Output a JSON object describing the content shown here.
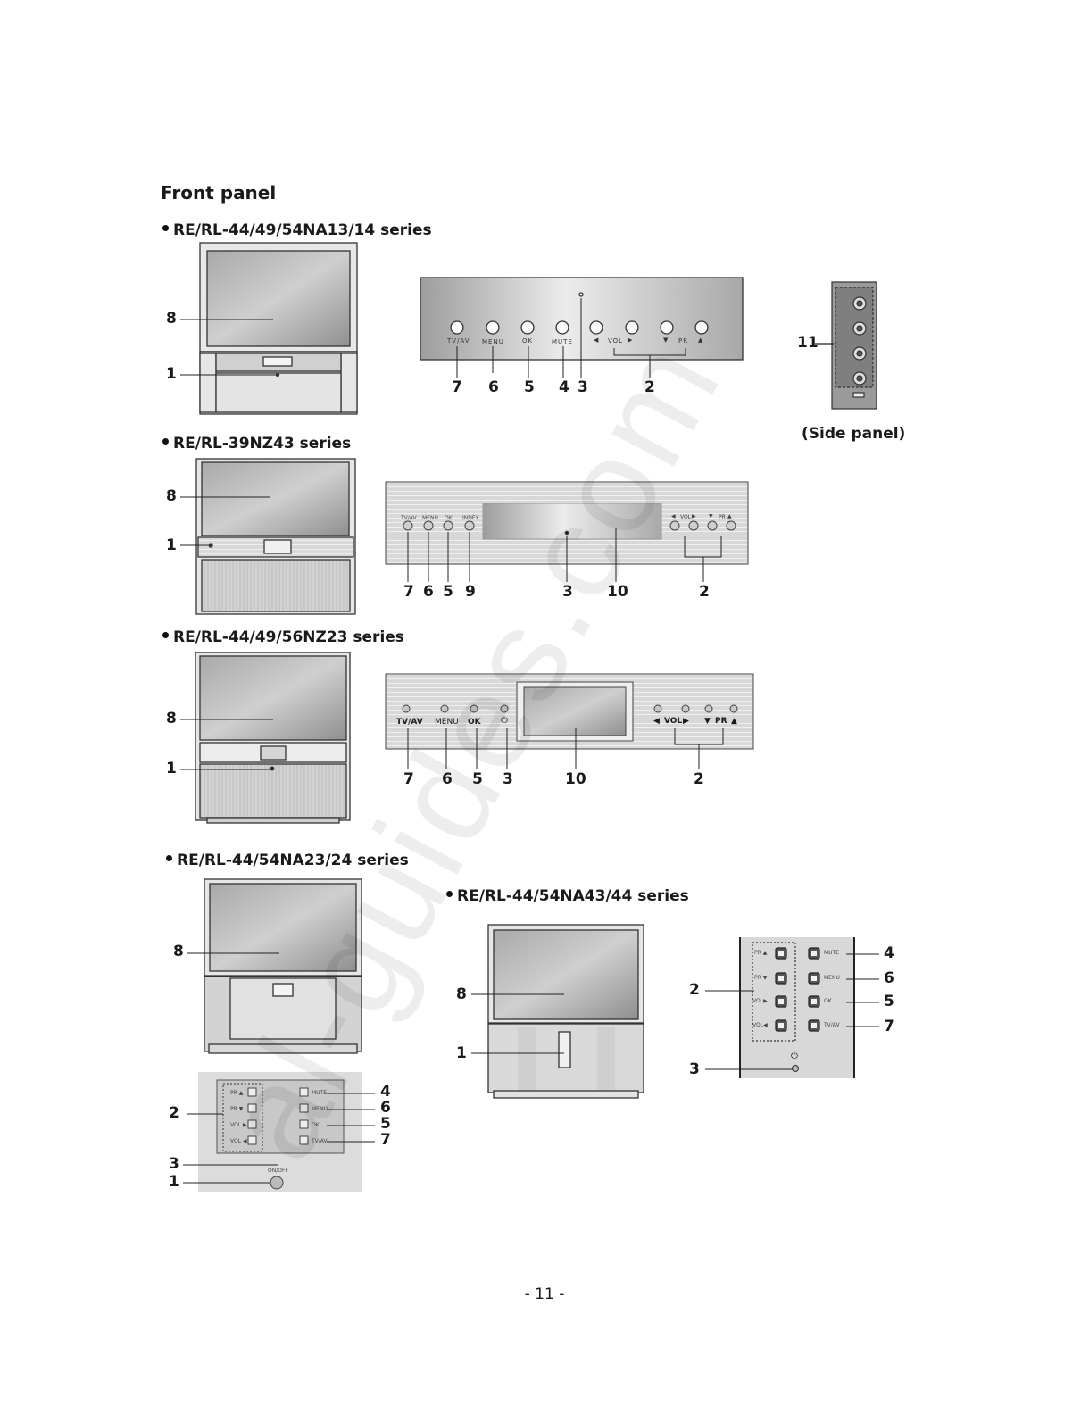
{
  "page": {
    "title": "Front panel",
    "page_number": "- 11 -"
  },
  "sections": {
    "s1": {
      "label": "RE/RL-44/49/54NA13/14 series",
      "tv_callouts": [
        "8",
        "1"
      ],
      "panel_buttons": [
        "TV/AV",
        "MENU",
        "OK",
        "MUTE",
        "◀",
        "VOL",
        "▶",
        "▼",
        "PR",
        "▲"
      ],
      "panel_callouts": [
        "7",
        "6",
        "5",
        "4",
        "3",
        "2"
      ],
      "side_callout": "11",
      "side_caption": "(Side panel)"
    },
    "s2": {
      "label": "RE/RL-39NZ43 series",
      "tv_callouts": [
        "8",
        "1"
      ],
      "panel_buttons": [
        "TV/AV",
        "MENU",
        "OK",
        "INDEX",
        "◀",
        "VOL",
        "▶",
        "▼",
        "PR",
        "▲"
      ],
      "panel_callouts": [
        "7",
        "6",
        "5",
        "9",
        "3",
        "10",
        "2"
      ]
    },
    "s3": {
      "label": "RE/RL-44/49/56NZ23 series",
      "tv_callouts": [
        "8",
        "1"
      ],
      "panel_buttons": [
        "TV/AV",
        "MENU",
        "OK",
        "⏻",
        "◀",
        "VOL",
        "▶",
        "▼",
        "PR",
        "▲"
      ],
      "panel_callouts": [
        "7",
        "6",
        "5",
        "3",
        "10",
        "2"
      ]
    },
    "s4": {
      "label": "RE/RL-44/54NA23/24 series",
      "tv_callouts": [
        "8"
      ],
      "panel_left": [
        "PR ▲",
        "PR ▼",
        "VOL ▶",
        "VOL ◀"
      ],
      "panel_right": [
        "MUTE",
        "MENU",
        "OK",
        "TV/AV"
      ],
      "onoff": "ON/OFF",
      "panel_callouts": [
        "2",
        "3",
        "1",
        "4",
        "6",
        "5",
        "7"
      ]
    },
    "s5": {
      "label": "RE/RL-44/54NA43/44 series",
      "tv_callouts": [
        "8",
        "1"
      ],
      "panel_left": [
        "PR ▲",
        "PR ▼",
        "VOL▶",
        "VOL◀"
      ],
      "panel_right": [
        "MUTE",
        "MENU",
        "OK",
        "TV/AV"
      ],
      "power_symbol": "⏻",
      "panel_callouts": [
        "2",
        "3",
        "4",
        "6",
        "5",
        "7"
      ]
    }
  },
  "watermark": "al-guides.com"
}
